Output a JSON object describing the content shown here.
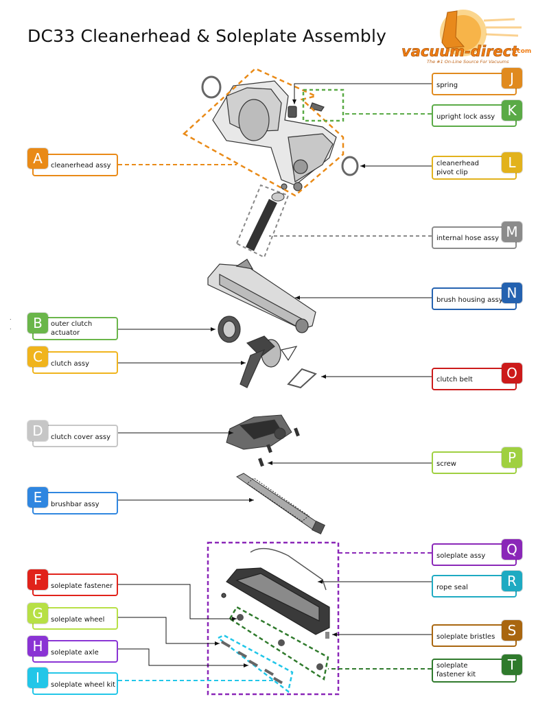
{
  "title": "DC33 Cleanerhead & Soleplate Assembly",
  "logo": {
    "name": "vacuum-direct",
    "tld": ".com",
    "tagline": "The #1 On-Line Source For Vacuums"
  },
  "parts_left": [
    {
      "letter": "A",
      "label": "cleanerhead assy",
      "color": "#e98a17"
    },
    {
      "letter": "B",
      "label": "outer clutch actuator",
      "color": "#6ab64a"
    },
    {
      "letter": "C",
      "label": "clutch assy",
      "color": "#f0b41c"
    },
    {
      "letter": "D",
      "label": "clutch cover assy",
      "color": "#c6c6c6"
    },
    {
      "letter": "E",
      "label": "brushbar assy",
      "color": "#2f86e0"
    },
    {
      "letter": "F",
      "label": "soleplate fastener",
      "color": "#e1221a"
    },
    {
      "letter": "G",
      "label": "soleplate wheel",
      "color": "#b7e045"
    },
    {
      "letter": "H",
      "label": "soleplate axle",
      "color": "#8a33d4"
    },
    {
      "letter": "I",
      "label": "soleplate wheel kit",
      "color": "#22c6e8"
    }
  ],
  "parts_right": [
    {
      "letter": "J",
      "label": "spring",
      "color": "#e08a1e"
    },
    {
      "letter": "K",
      "label": "upright lock assy",
      "color": "#5aaa46"
    },
    {
      "letter": "L",
      "label": "cleanerhead pivot clip",
      "color": "#e2b21c"
    },
    {
      "letter": "M",
      "label": "internal hose assy",
      "color": "#8b8b8b"
    },
    {
      "letter": "N",
      "label": "brush housing assy",
      "color": "#2462b0"
    },
    {
      "letter": "O",
      "label": "clutch belt",
      "color": "#cc1a1a"
    },
    {
      "letter": "P",
      "label": "screw",
      "color": "#9fd040"
    },
    {
      "letter": "Q",
      "label": "soleplate assy",
      "color": "#8a27b8"
    },
    {
      "letter": "R",
      "label": "rope seal",
      "color": "#1eaac2"
    },
    {
      "letter": "S",
      "label": "soleplate bristles",
      "color": "#a9660f"
    },
    {
      "letter": "T",
      "label": "soleplate fastener kit",
      "color": "#2f7a2c"
    }
  ]
}
